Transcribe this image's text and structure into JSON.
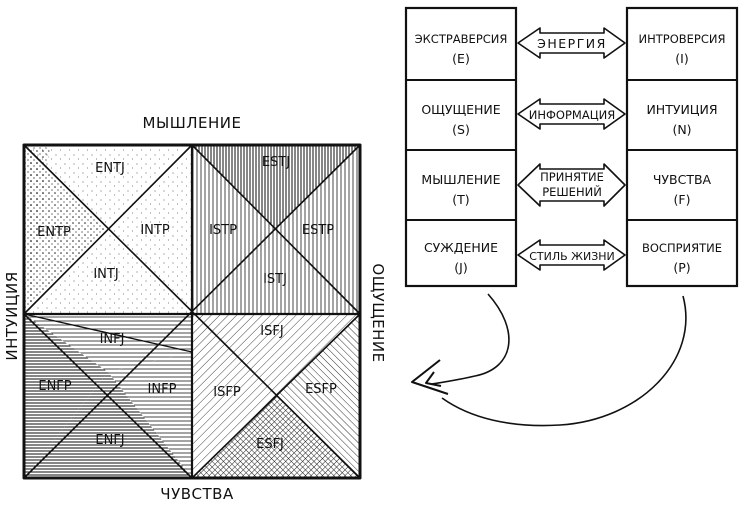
{
  "square": {
    "axis_top": "МЫШЛЕНИЕ",
    "axis_bottom": "ЧУВСТВА",
    "axis_left": "ИНТУИЦИЯ",
    "axis_right": "ОЩУЩЕНИЕ",
    "types": {
      "entj": "ENTJ",
      "entp": "ENTP",
      "intp": "INTP",
      "intj": "INTJ",
      "estj": "ESTJ",
      "istp": "ISTP",
      "estp": "ESTP",
      "istj": "ISTJ",
      "infj": "INFJ",
      "enfp": "ENFP",
      "infp": "INFP",
      "enfj": "ENFJ",
      "isfj": "ISFJ",
      "isfp": "ISFP",
      "esfp": "ESFP",
      "esfj": "ESFJ"
    }
  },
  "dichotomies": [
    {
      "left_name": "ЭКСТРАВЕРСИЯ",
      "left_code": "(E)",
      "label_line1": "ЭНЕРГИЯ",
      "label_line2": "",
      "right_name": "ИНТРОВЕРСИЯ",
      "right_code": "(I)"
    },
    {
      "left_name": "ОЩУЩЕНИЕ",
      "left_code": "(S)",
      "label_line1": "ИНФОРМАЦИЯ",
      "label_line2": "",
      "right_name": "ИНТУИЦИЯ",
      "right_code": "(N)"
    },
    {
      "left_name": "МЫШЛЕНИЕ",
      "left_code": "(T)",
      "label_line1": "ПРИНЯТИЕ",
      "label_line2": "РЕШЕНИЙ",
      "right_name": "ЧУВСТВА",
      "right_code": "(F)"
    },
    {
      "left_name": "СУЖДЕНИЕ",
      "left_code": "(J)",
      "label_line1": "СТИЛЬ ЖИЗНИ",
      "label_line2": "",
      "right_name": "ВОСПРИЯТИЕ",
      "right_code": "(P)"
    }
  ]
}
